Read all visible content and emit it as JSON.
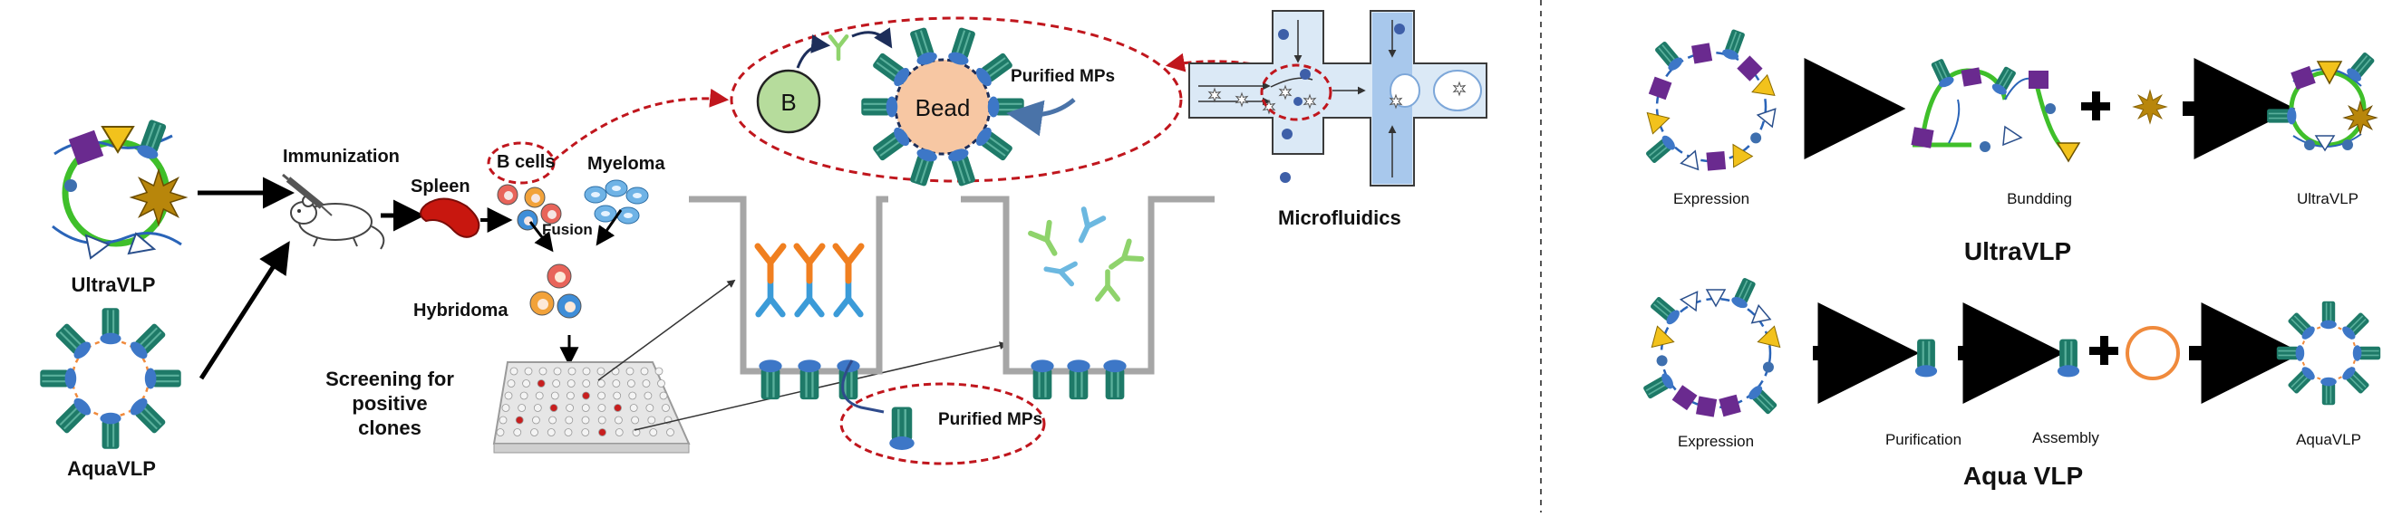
{
  "left_panel": {
    "ultravlp": "UltraVLP",
    "aquavlp": "AquaVLP",
    "immunization": "Immunization",
    "spleen": "Spleen",
    "b_cells": "B cells",
    "myeloma": "Myeloma",
    "fusion": "Fusion",
    "hybridoma": "Hybridoma",
    "screening": [
      "Screening for",
      "positive",
      "clones"
    ],
    "b_label": "B",
    "bead": "Bead",
    "purified_top": "Purified MPs",
    "purified_bottom": "Purified MPs",
    "microfluidics": "Microfluidics"
  },
  "right_panel": {
    "ultra_steps": [
      "Expression",
      "Bundding",
      "UltraVLP"
    ],
    "ultra_title": "UltraVLP",
    "aqua_steps": [
      "Expression",
      "Purification",
      "Assembly",
      "AquaVLP"
    ],
    "aqua_title": "Aqua VLP"
  },
  "colors": {
    "membrane_green": "#3fbf2a",
    "channel_teal": "#1e7a68",
    "cap_blue": "#3d77c7",
    "purple": "#6a2a8f",
    "yellow": "#f2c21c",
    "gold_star": "#b8860b",
    "dashed_red": "#c0161d",
    "bead_fill": "#f7c7a3",
    "b_cell_fill": "#b6dc9c",
    "orange_ring": "#f08a3c"
  }
}
